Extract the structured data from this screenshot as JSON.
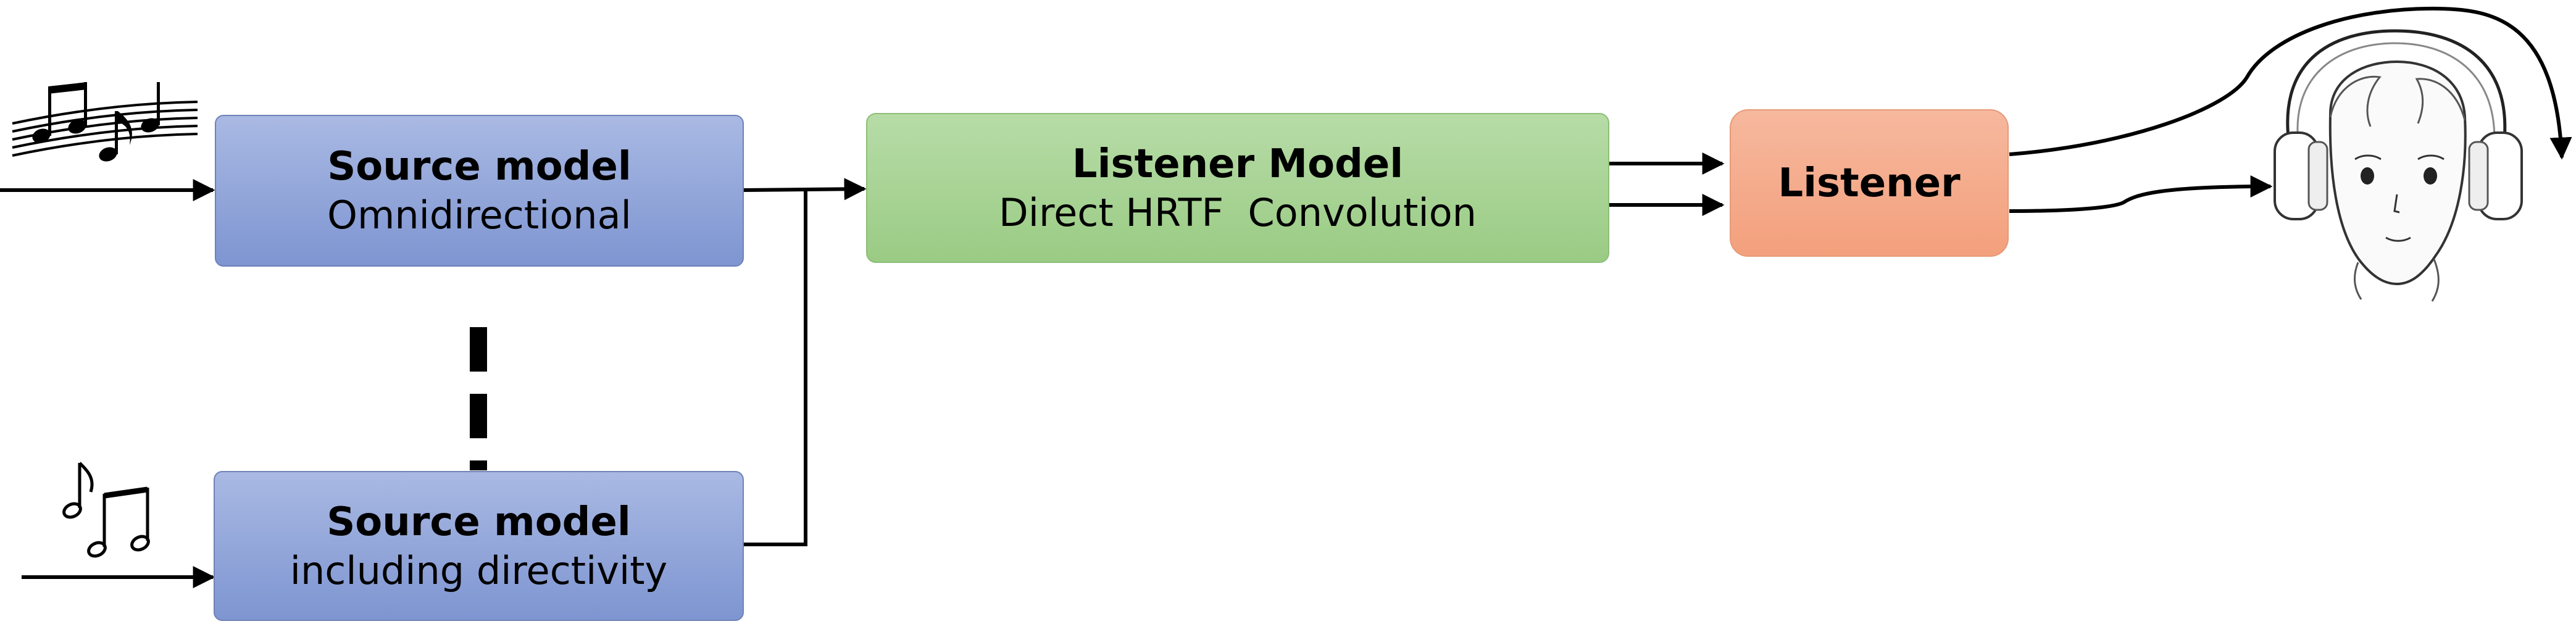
{
  "source_top": {
    "title": "Source model",
    "subtitle": "Omnidirectional"
  },
  "source_bottom": {
    "title": "Source model",
    "subtitle": "including directivity"
  },
  "listener_model": {
    "title": "Listener Model",
    "subtitle": "Direct HRTF  Convolution"
  },
  "listener": {
    "title": "Listener"
  },
  "icons": {
    "top": "music-notes-staff-icon",
    "bottom": "music-notes-icon",
    "head": "headphone-listener-icon"
  },
  "colors": {
    "source": "#8fa3d8",
    "listener_model": "#a7d393",
    "listener": "#f4a886",
    "line": "#000000"
  }
}
